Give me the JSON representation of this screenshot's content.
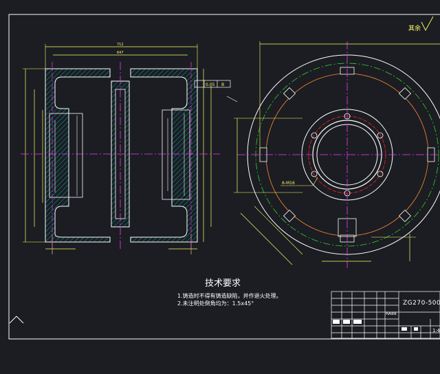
{
  "title_block": {
    "heading": "技术要求",
    "note_1": "1.铸造时不得有铸造缺陷，并作退火处理。",
    "note_2": "2.未注明处倒角均为：1.5x45°",
    "drawing_code": "ZG270-500",
    "cell_label": "RA88",
    "scale": "1:4"
  },
  "annotations": {
    "roughness": "其余",
    "section_dim_top": "712",
    "section_dim_inner": "647",
    "tolerance": "0.05",
    "bolt_note": "6-M16",
    "b_label": "B"
  },
  "colors": {
    "background": "#1b1d22",
    "outline": "#ffffff",
    "dimension": "#ffff66",
    "centerline": "#ff33ff",
    "hatch": "#00c8c8",
    "pitch_circle": "#33cc33",
    "inner_circle": "#ff8833",
    "hole_circle": "#ff2222"
  }
}
